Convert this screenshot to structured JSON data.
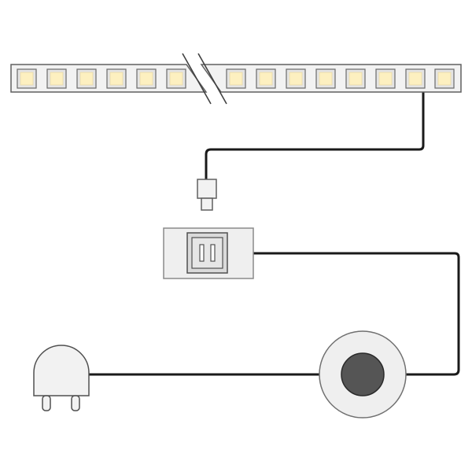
{
  "diagram": {
    "components": [
      {
        "id": "led-strip",
        "label": "",
        "led_count": 14,
        "led_color": "#fdf0c0",
        "has_cut_mark": true
      },
      {
        "id": "connector-plug",
        "label": ""
      },
      {
        "id": "power-supply",
        "label": "",
        "socket_slots": 2
      },
      {
        "id": "dimmer-knob",
        "label": ""
      },
      {
        "id": "mains-plug",
        "label": ""
      }
    ],
    "connections": [
      {
        "from": "led-strip",
        "to": "connector-plug"
      },
      {
        "from": "power-supply",
        "to": "dimmer-knob"
      },
      {
        "from": "dimmer-knob",
        "to": "mains-plug"
      }
    ],
    "colors": {
      "outline": "#606060",
      "cable": "#1a1a1a",
      "housing": "#efefef",
      "led_glow": "#fdf0c0",
      "knob": "#555555"
    }
  }
}
